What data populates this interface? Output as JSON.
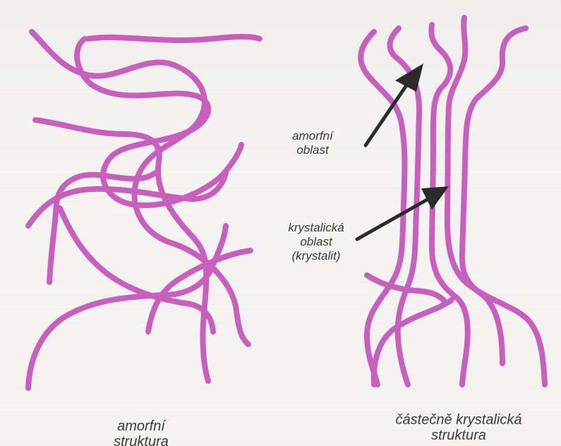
{
  "labels": {
    "amorphous_region": [
      "amorfní",
      "oblast"
    ],
    "crystalline_region": [
      "krystalická",
      "oblast",
      "(krystalit)"
    ]
  },
  "captions": {
    "left": [
      "amorfní",
      "struktura"
    ],
    "right": [
      "částečně krystalická",
      "struktura"
    ]
  },
  "colors": {
    "chain": "#c85fbf",
    "arrow": "#2b2b2b",
    "text": "#3a3a3a"
  }
}
